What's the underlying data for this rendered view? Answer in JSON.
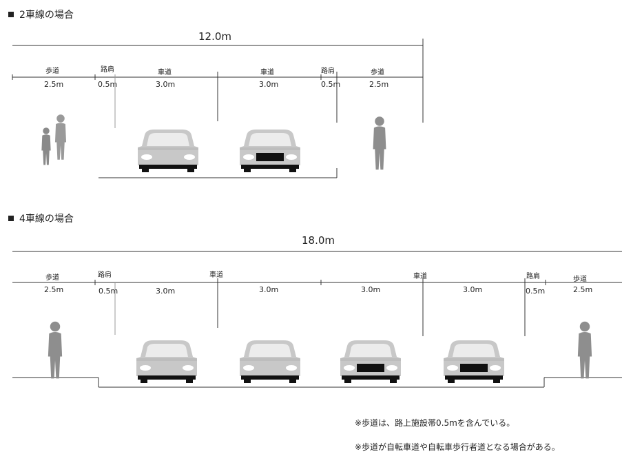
{
  "section1": {
    "title": "2車線の場合",
    "total": "12.0m",
    "labels": [
      "歩道",
      "路肩",
      "車道",
      "車道",
      "路肩",
      "歩道"
    ],
    "widths": [
      "2.5m",
      "0.5m",
      "3.0m",
      "3.0m",
      "0.5m",
      "2.5m"
    ]
  },
  "section2": {
    "title": "4車線の場合",
    "total": "18.0m",
    "labels": [
      "歩道",
      "路肩",
      "車道",
      "車道",
      "路肩",
      "歩道"
    ],
    "widths": [
      "2.5m",
      "0.5m",
      "3.0m",
      "3.0m",
      "3.0m",
      "3.0m",
      "0.5m",
      "2.5m"
    ]
  },
  "notes": [
    "※歩道は、路上施設帯0.5mを含んでいる。",
    "※歩道が自転車道や自転車歩行者道となる場合がある。"
  ],
  "colors": {
    "line": "#333333",
    "car_body": "#c8c8c8",
    "car_dark": "#111111",
    "person": "#9a9a9a"
  }
}
